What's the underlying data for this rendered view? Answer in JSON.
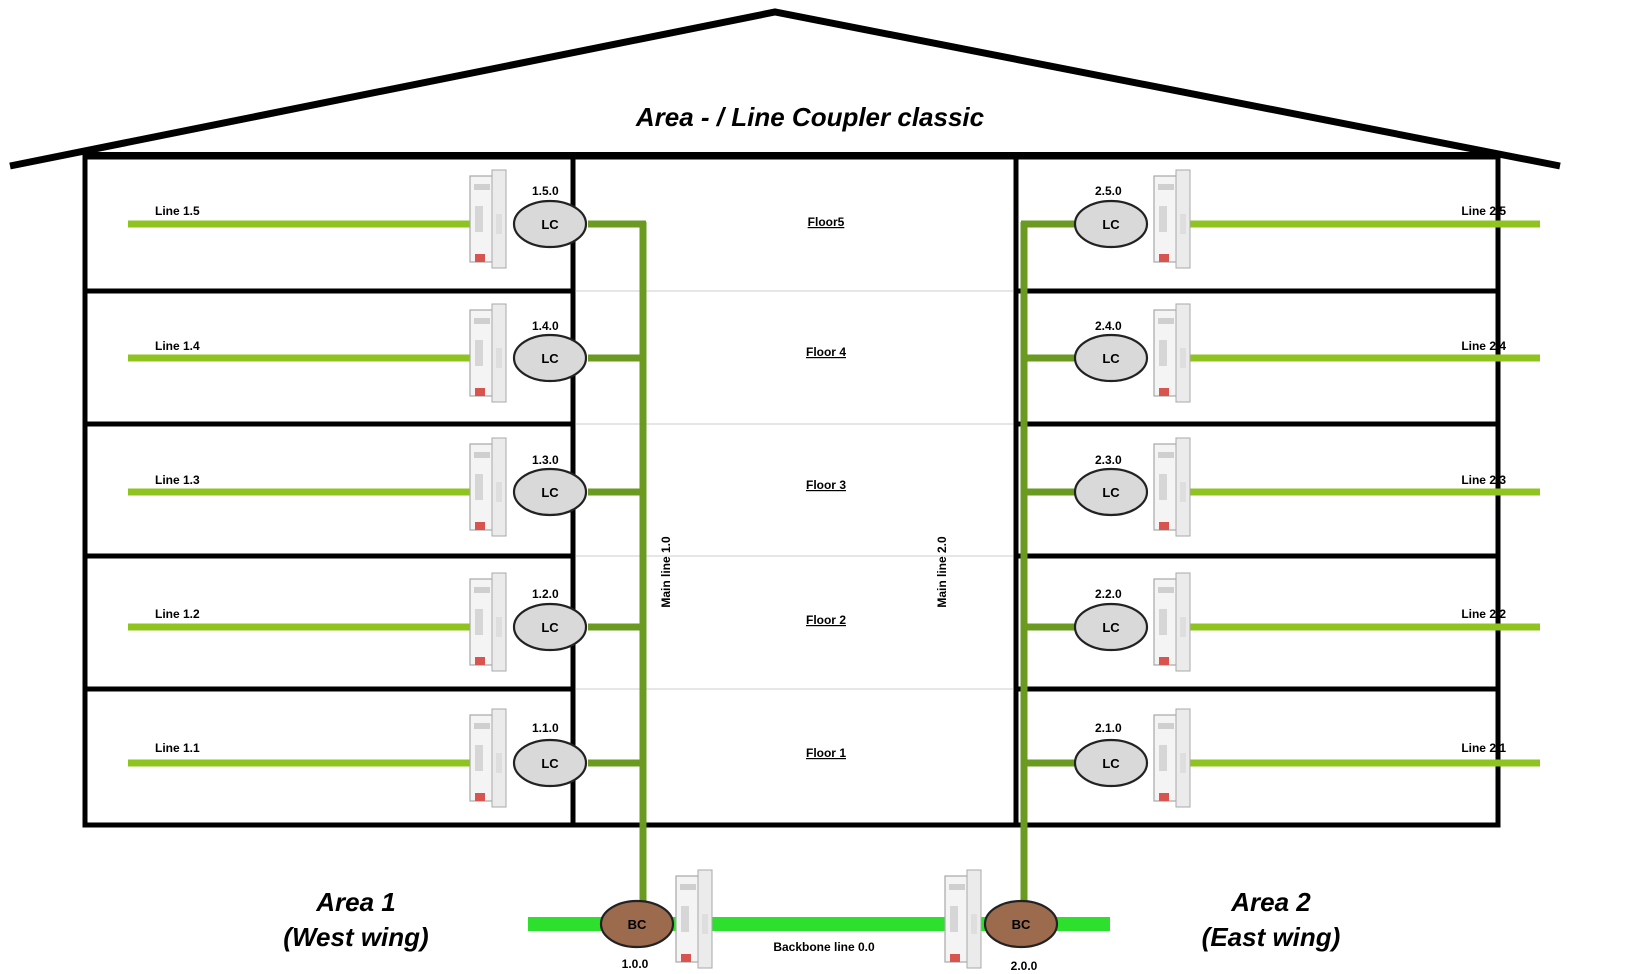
{
  "title": "Area - / Line Coupler classic",
  "colors": {
    "line": "#8fc31f",
    "main_line": "#6a9a1f",
    "backbone": "#2ee02e",
    "lc_fill": "#d9d9d9",
    "bc_fill": "#9c6b4e",
    "frame": "#000000"
  },
  "areas": [
    {
      "title": "Area 1",
      "subtitle": "(West wing)",
      "main_line": "Main line 1.0",
      "bc_label": "BC",
      "bc_address": "1.0.0",
      "lines": [
        {
          "name": "Line 1.5",
          "address": "1.5.0",
          "coupler": "LC"
        },
        {
          "name": "Line 1.4",
          "address": "1.4.0",
          "coupler": "LC"
        },
        {
          "name": "Line 1.3",
          "address": "1.3.0",
          "coupler": "LC"
        },
        {
          "name": "Line 1.2",
          "address": "1.2.0",
          "coupler": "LC"
        },
        {
          "name": "Line 1.1",
          "address": "1.1.0",
          "coupler": "LC"
        }
      ]
    },
    {
      "title": "Area 2",
      "subtitle": "(East wing)",
      "main_line": "Main line 2.0",
      "bc_label": "BC",
      "bc_address": "2.0.0",
      "lines": [
        {
          "name": "Line 2.5",
          "address": "2.5.0",
          "coupler": "LC"
        },
        {
          "name": "Line 2.4",
          "address": "2.4.0",
          "coupler": "LC"
        },
        {
          "name": "Line 2.3",
          "address": "2.3.0",
          "coupler": "LC"
        },
        {
          "name": "Line 2.2",
          "address": "2.2.0",
          "coupler": "LC"
        },
        {
          "name": "Line 2.1",
          "address": "2.1.0",
          "coupler": "LC"
        }
      ]
    }
  ],
  "floors": [
    "Floor5",
    "Floor 4",
    "Floor 3",
    "Floor 2",
    "Floor 1"
  ],
  "backbone_label": "Backbone line 0.0"
}
